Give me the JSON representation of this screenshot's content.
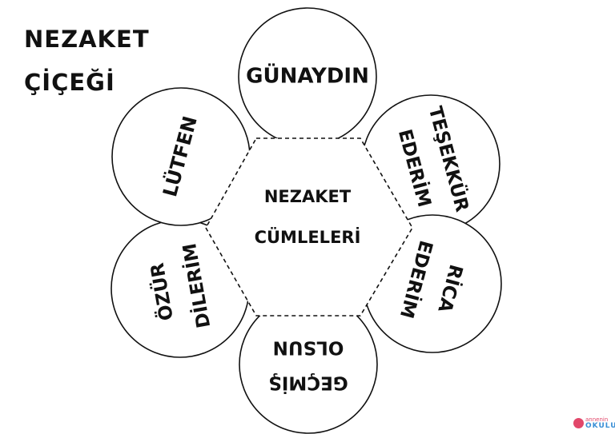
{
  "title": {
    "line1": "NEZAKET",
    "line2": "ÇİÇEĞİ"
  },
  "center": {
    "line1": "NEZAKET",
    "line2": "CÜMLELERİ"
  },
  "petals": [
    {
      "lines": [
        "GÜNAYDIN"
      ]
    },
    {
      "lines": [
        "TEŞEKKÜR",
        "EDERİM"
      ]
    },
    {
      "lines": [
        "RİCA",
        "EDERİM"
      ]
    },
    {
      "lines": [
        "GEÇMİŞ",
        "OLSUN"
      ]
    },
    {
      "lines": [
        "ÖZÜR",
        "DİLERİM"
      ]
    },
    {
      "lines": [
        "LÜTFEN"
      ]
    }
  ],
  "logo": {
    "line1": "annenin",
    "line2": "OKULU"
  },
  "colors": {
    "stroke": "#111111",
    "fill": "#ffffff",
    "logo_pink": "#e2476a",
    "logo_blue": "#3a8fd6"
  }
}
